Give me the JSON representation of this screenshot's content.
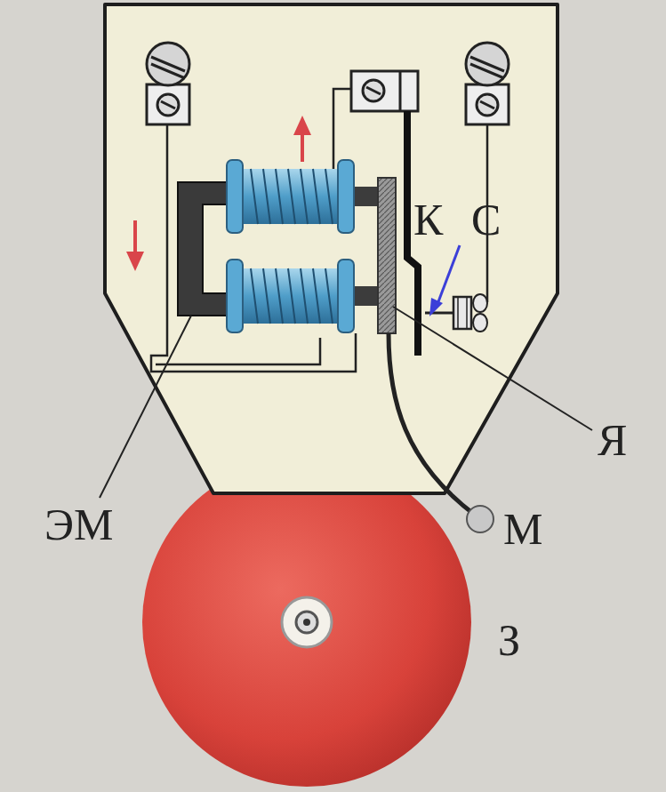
{
  "diagram": {
    "labels": [
      "К",
      "С",
      "Я",
      "ЭМ",
      "М",
      "З"
    ]
  }
}
